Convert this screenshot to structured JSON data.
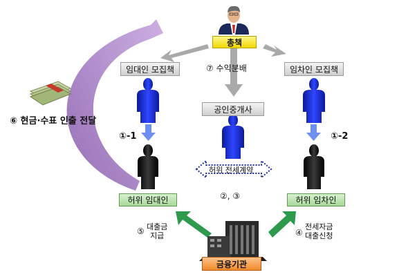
{
  "nodes": {
    "chief": "총책",
    "lessor_recruiter": "임대인 모집책",
    "lessee_recruiter": "임차인 모집책",
    "broker": "공인중개사",
    "fake_lessor": "허위 임대인",
    "fake_lessee": "허위 임차인",
    "bank": "금융기관"
  },
  "labels": {
    "profit_share": "⑦ 수익분배",
    "cash_transfer": "⑥ 현금·수표 인출 전달",
    "step_1_1": "①-1",
    "step_1_2": "①-2",
    "fake_contract": "허위 전세계약",
    "steps_2_3": "②, ③",
    "step_5_num": "⑤",
    "loan_payout": "대출금\n지급",
    "step_4_num": "④",
    "loan_apply": "전세자금\n대출신청"
  },
  "colors": {
    "person_blue": "#1f33e6",
    "person_black": "#111111",
    "arrow_grey": "#a9a9a9",
    "arrow_blue": "#6f8ff0",
    "arrow_green": "#2e9a4e",
    "arrow_purple": "#9b70b8",
    "contract_arrow": "#1f2ea0"
  }
}
